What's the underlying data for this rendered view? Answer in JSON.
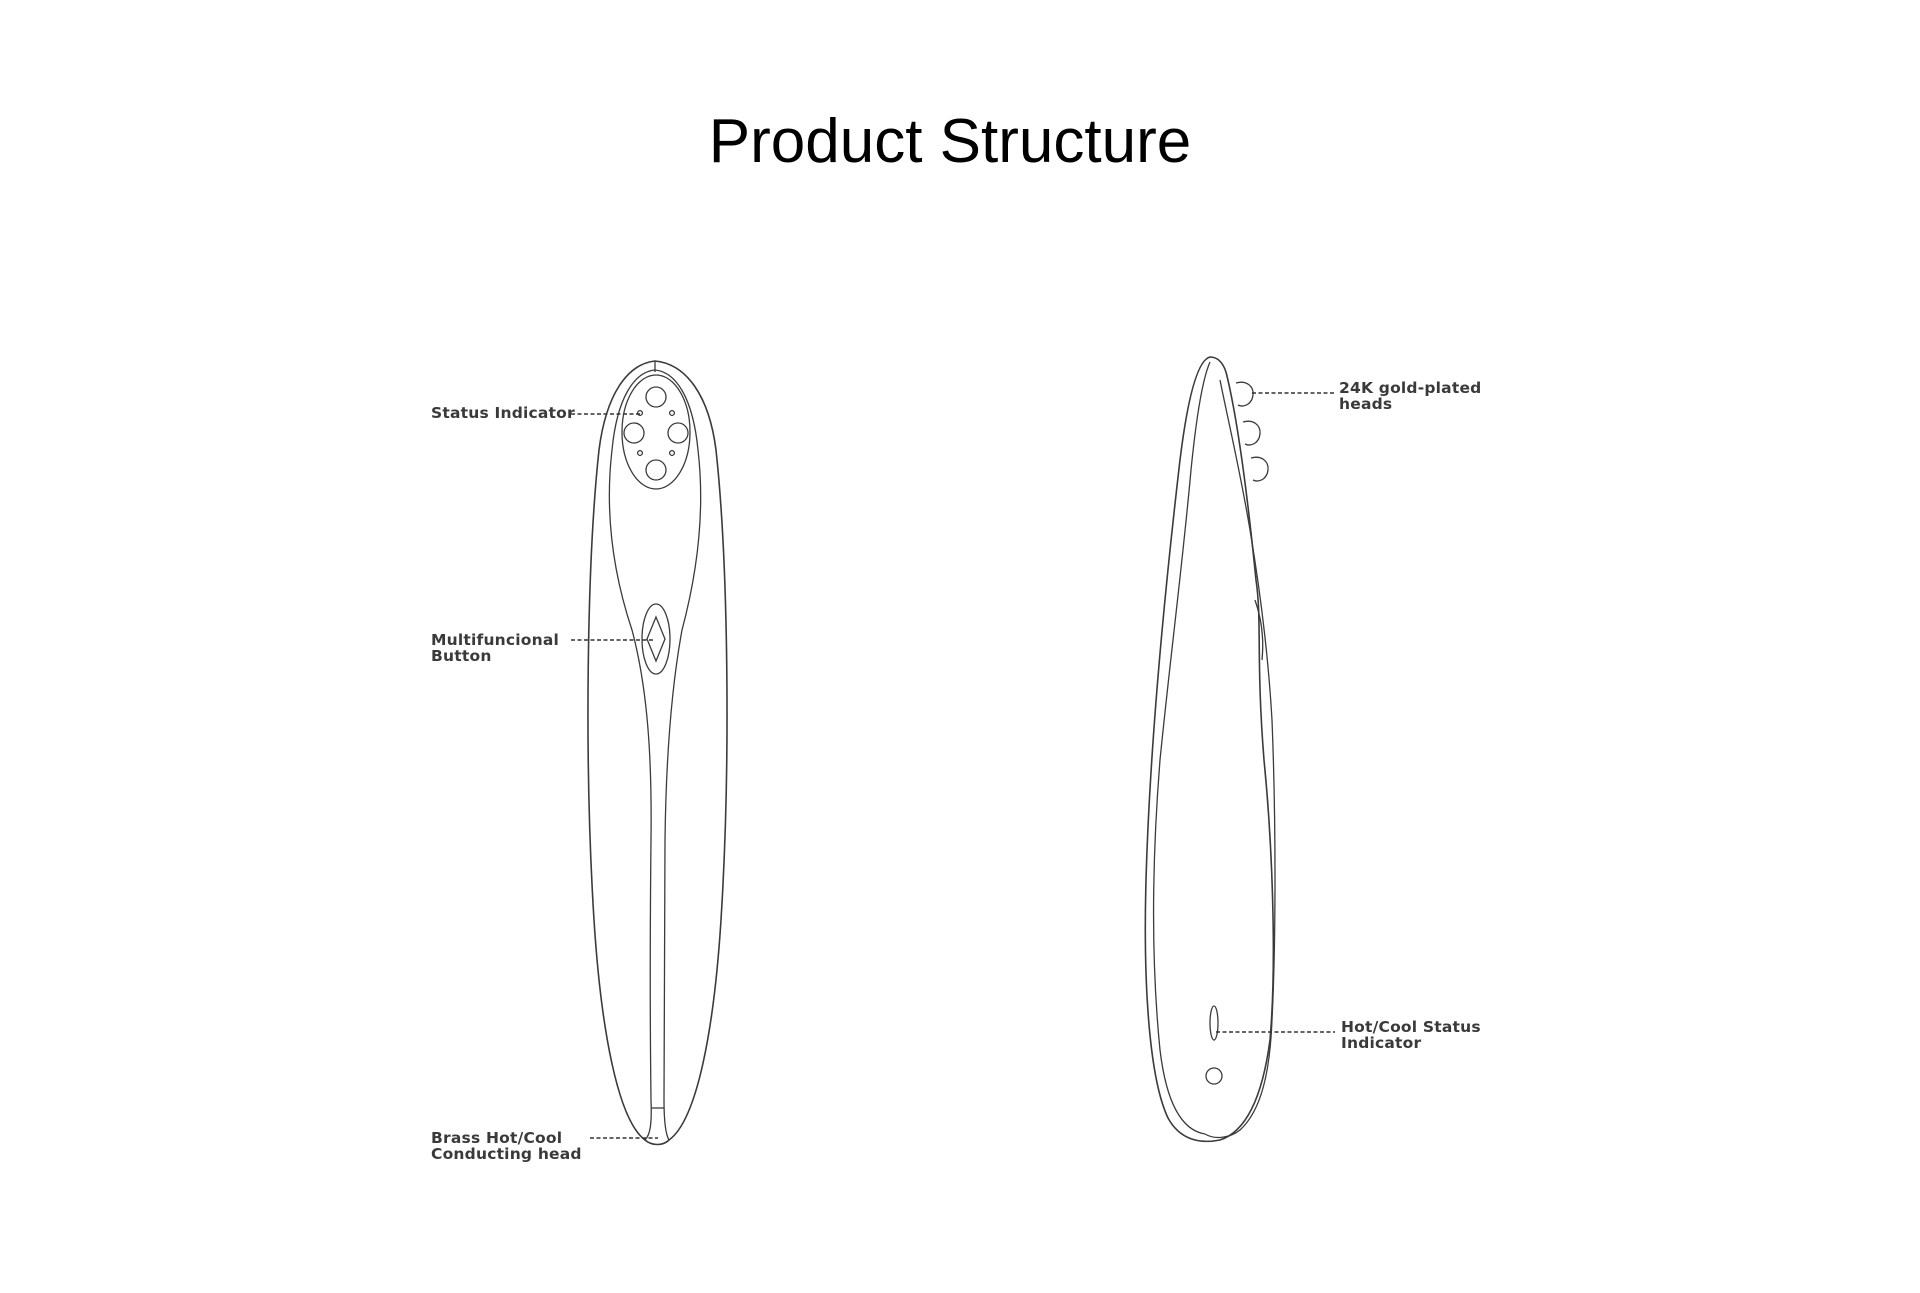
{
  "title": "Product Structure",
  "callouts": {
    "status_indicator": {
      "lines": [
        "Status Indicator"
      ]
    },
    "multifunctional_button": {
      "lines": [
        "Multifuncional",
        "Button"
      ]
    },
    "brass_head": {
      "lines": [
        "Brass Hot/Cool",
        "Conducting head"
      ]
    },
    "gold_heads": {
      "lines": [
        "24K gold-plated",
        "heads"
      ]
    },
    "hot_cool_indicator": {
      "lines": [
        "Hot/Cool Status",
        "Indicator"
      ]
    }
  },
  "colors": {
    "outline": "#3b3b3b",
    "text": "#3a3a3a",
    "title": "#000000",
    "background": "#ffffff"
  }
}
